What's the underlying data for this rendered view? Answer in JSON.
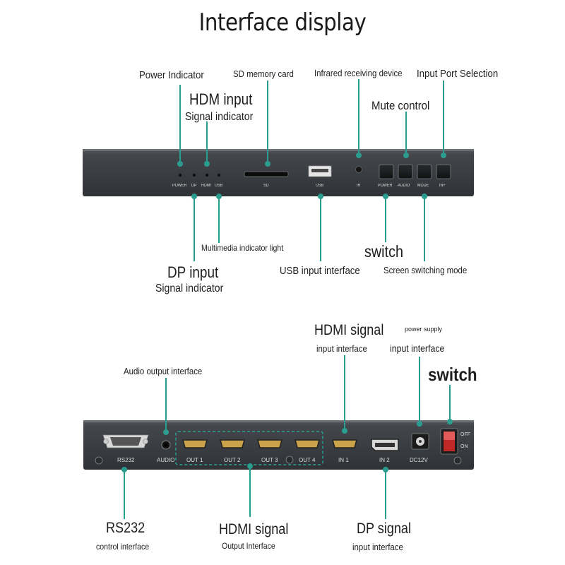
{
  "title": "Interface display",
  "colors": {
    "accent": "#2a9d8f",
    "panel": "#3b3f44"
  },
  "front_panel": {
    "callouts": {
      "power_indicator": "Power Indicator",
      "sd_card": "SD memory card",
      "ir_device": "Infrared receiving device",
      "input_port_selection": "Input Port Selection",
      "hdmi_input_1": "HDM input",
      "hdmi_input_2": "Signal indicator",
      "mute_control": "Mute control",
      "multimedia_light": "Multimedia indicator light",
      "switch": "switch",
      "dp_input_1": "DP input",
      "dp_input_2": "Signal indicator",
      "usb_interface": "USB input interface",
      "screen_mode": "Screen switching mode"
    },
    "panel_labels": {
      "power": "POWER",
      "dp": "DP",
      "hdmi": "HDMI",
      "usb_led": "USB",
      "sd": "SD",
      "usb": "USB",
      "ir": "IR",
      "btn_power": "POWER",
      "btn_audio": "AUDIO",
      "btn_mode": "MODE",
      "btn_in": "IN+"
    }
  },
  "rear_panel": {
    "callouts": {
      "audio_out": "Audio output interface",
      "hdmi_in_1": "HDMI signal",
      "hdmi_in_2": "input interface",
      "power_supply_1": "power supply",
      "power_supply_2": "input interface",
      "switch": "switch",
      "rs232_1": "RS232",
      "rs232_2": "control interface",
      "hdmi_out_1": "HDMI signal",
      "hdmi_out_2": "Output Interface",
      "dp_in_1": "DP signal",
      "dp_in_2": "input interface"
    },
    "panel_labels": {
      "rs232": "RS232",
      "audio": "AUDIO",
      "out1": "OUT 1",
      "out2": "OUT 2",
      "out3": "OUT 3",
      "out4": "OUT 4",
      "in1": "IN 1",
      "in2": "IN 2",
      "dc": "DC12V",
      "off": "OFF",
      "on": "ON"
    }
  }
}
